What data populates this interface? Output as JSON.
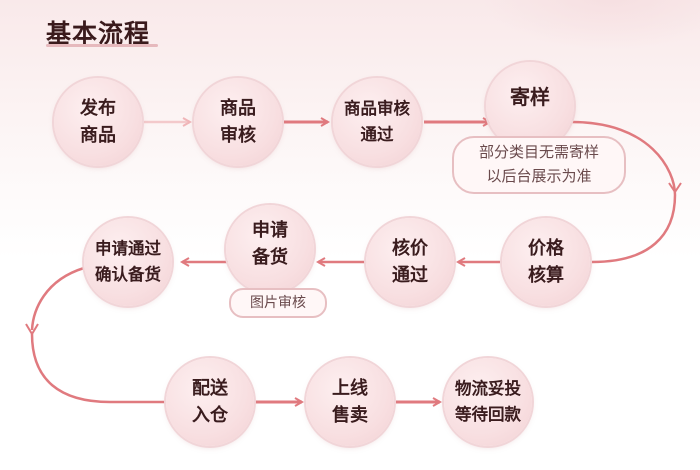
{
  "title": "基本流程",
  "colors": {
    "accent": "#e07a7f",
    "node_fill": "#f8dfe1",
    "text": "#3a1c1e"
  },
  "steps": [
    {
      "id": 1,
      "label": "发布\n商品"
    },
    {
      "id": 2,
      "label": "商品\n审核"
    },
    {
      "id": 3,
      "label": "商品审核\n通过"
    },
    {
      "id": 4,
      "label": "寄样",
      "note": "部分类目无需寄样\n以后台展示为准"
    },
    {
      "id": 5,
      "label": "价格\n核算"
    },
    {
      "id": 6,
      "label": "核价\n通过"
    },
    {
      "id": 7,
      "label": "申请\n备货",
      "note": "图片审核"
    },
    {
      "id": 8,
      "label": "申请通过\n确认备货"
    },
    {
      "id": 9,
      "label": "配送\n入仓"
    },
    {
      "id": 10,
      "label": "上线\n售卖"
    },
    {
      "id": 11,
      "label": "物流妥投\n等待回款"
    }
  ]
}
